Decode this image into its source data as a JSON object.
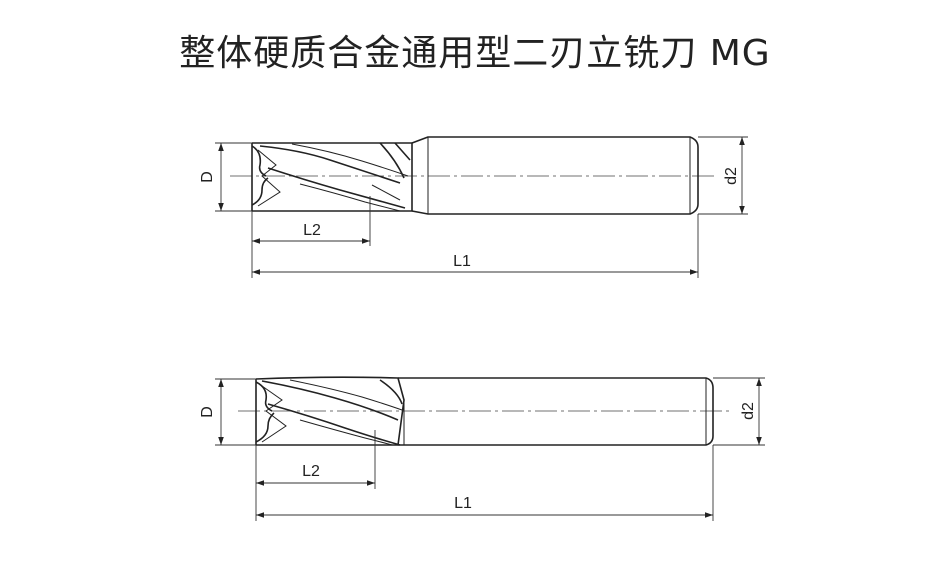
{
  "title": "整体硬质合金通用型二刃立铣刀 MG",
  "drawings": [
    {
      "labels": {
        "D": "D",
        "d2": "d2",
        "L2": "L2",
        "L1": "L1"
      }
    },
    {
      "labels": {
        "D": "D",
        "d2": "d2",
        "L2": "L2",
        "L1": "L1"
      }
    }
  ]
}
